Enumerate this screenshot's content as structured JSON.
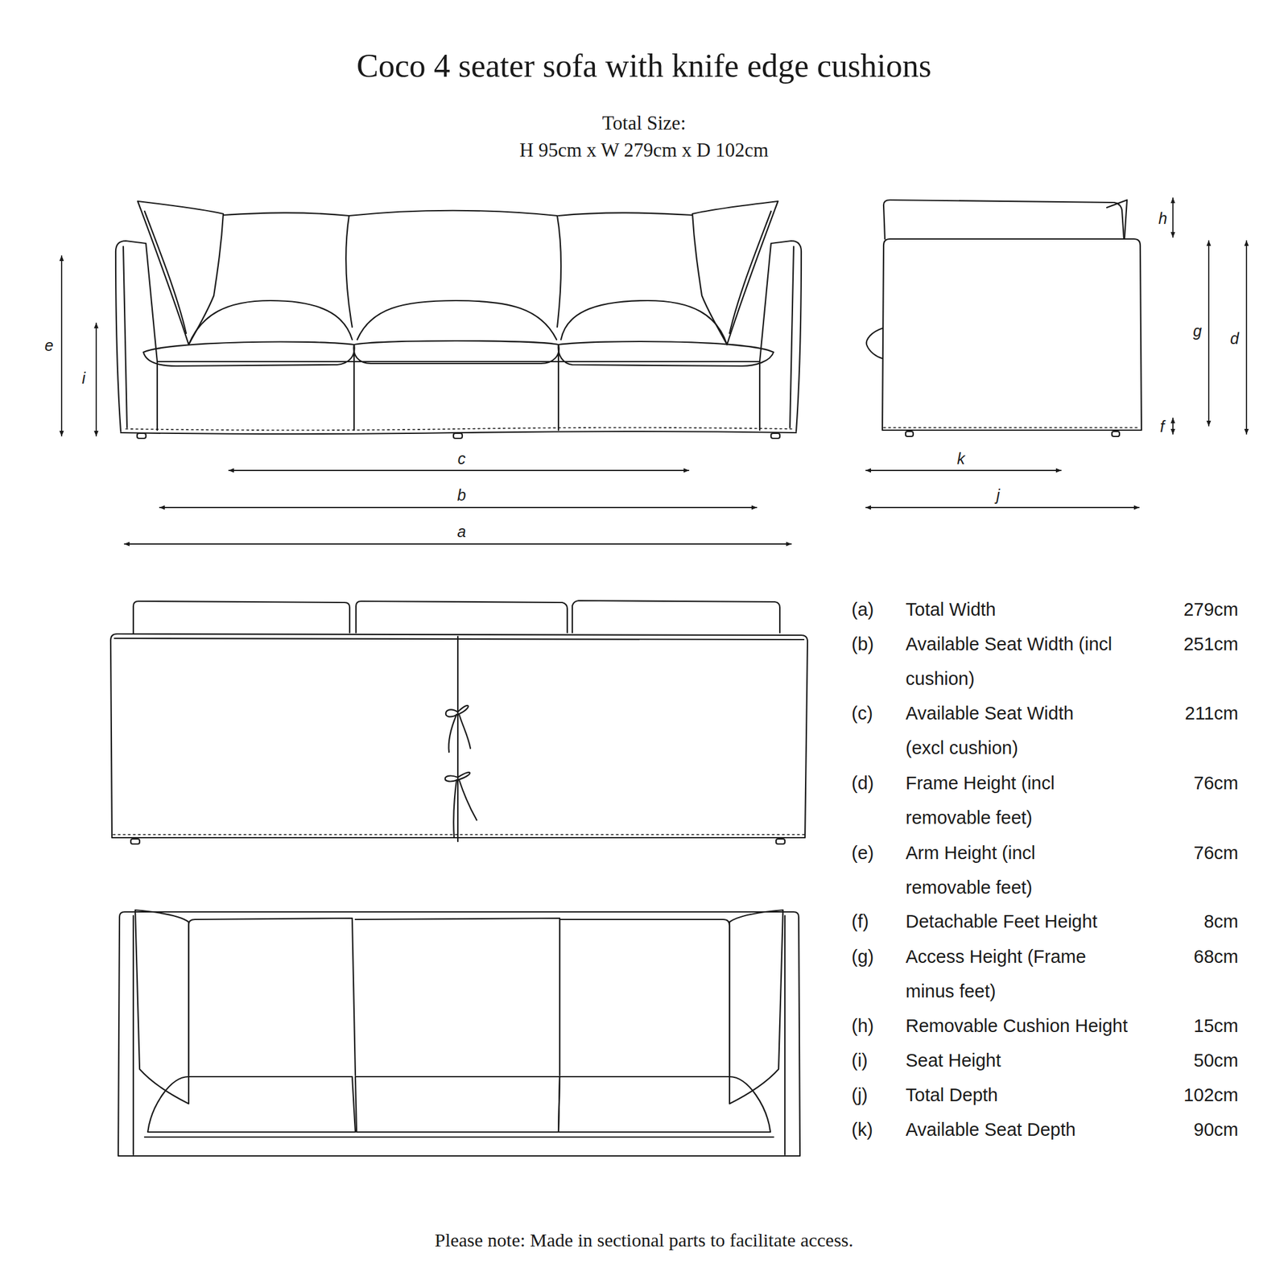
{
  "diagram": {
    "title": "Coco 4 seater sofa with knife edge cushions",
    "caption": "Please note: Made in sectional parts to facilitate access.",
    "labels": [
      "Total Size:",
      "H 95cm x W 279cm x D 102cm",
      "e",
      "i",
      "c",
      "b",
      "a",
      "h",
      "g",
      "d",
      "f",
      "k",
      "j",
      "(a)",
      "Total Width",
      "279cm",
      "(b)",
      "Available Seat Width (incl cushion)",
      "251cm",
      "(c)",
      "Available Seat Width (excl cushion)",
      "211cm",
      "(d)",
      "Frame Height (incl removable feet)",
      "76cm",
      "(e)",
      "Arm Height (incl removable feet)",
      "76cm",
      "(f)",
      "Detachable Feet Height",
      "8cm",
      "(g)",
      "Access Height (Frame minus feet)",
      "68cm",
      "(h)",
      "Removable Cushion Height",
      "15cm",
      "(i)",
      "Seat Height",
      "50cm",
      "(j)",
      "Total Depth",
      "102cm",
      "(k)",
      "Available Seat Depth",
      "90cm"
    ]
  }
}
